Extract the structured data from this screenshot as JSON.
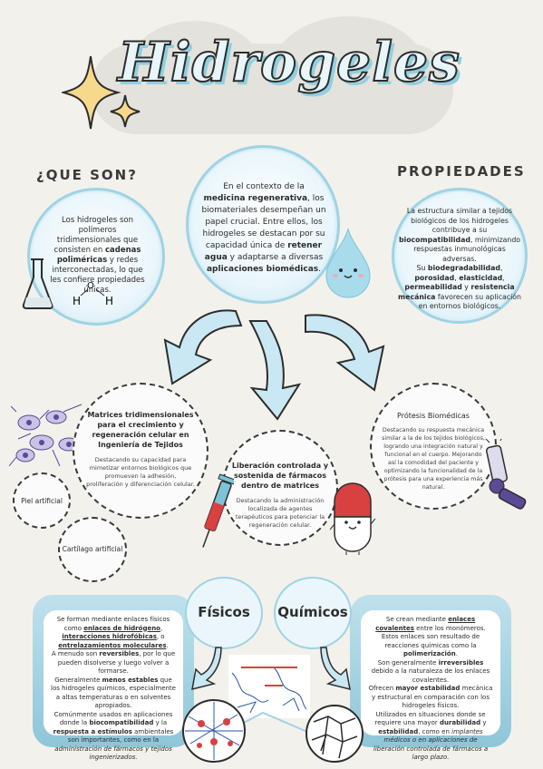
{
  "title": "Hidrogeles",
  "que_son": {
    "heading": "¿QUE SON?",
    "text_html": "Los hidrogeles son polímeros tridimensionales que consisten en <b>cadenas poliméricas</b> y redes interconectadas, lo que les confiere propiedades únicas."
  },
  "intro": {
    "text_html": "En el contexto de la <b>medicina regenerativa</b>, los biomateriales desempeñan un papel crucial. Entre ellos, los hidrogeles se destacan por su capacidad única de <b>retener agua</b> y adaptarse a diversas <b>aplicaciones biomédicas</b>."
  },
  "propiedades": {
    "heading": "PROPIEDADES",
    "text_html": "La estructura similar a tejidos biológicos de los hidrogeles contribuye a su <b>biocompatibilidad</b>, minimizando respuestas inmunológicas adversas.<br>Su <b>biodegradabilidad</b>, <b>porosidad</b>, <b>elasticidad</b>, <b>permeabilidad</b> y <b>resistencia mecánica</b> favorecen su aplicación en entornos biológicos."
  },
  "matrices": {
    "title": "Matrices tridimensionales para el crecimiento y regeneración celular en Ingeniería de Tejidos",
    "text": "Destacando su capacidad para mimetizar entornos biológicos que promueven la adhesión, proliferación y diferenciación celular."
  },
  "piel": {
    "label": "Piel artificial"
  },
  "cartilago": {
    "label": "Cartílago artificial"
  },
  "liberacion": {
    "title": "Liberación controlada y sostenida de fármacos dentro de matrices",
    "text": "Destacando la administración localizada de agentes terapéuticos para potenciar la regeneración celular."
  },
  "protesis": {
    "title": "Prótesis Biomédicas",
    "text": "Destacando su respuesta mecánica similar a la de los tejidos biológicos, logrando una integración natural y funcional en el cuerpo. Mejorando así la comodidad del paciente y optimizando la funcionalidad de la prótesis para una experiencia más natural."
  },
  "fisicos": {
    "label": "Físicos",
    "text_html": "Se forman mediante enlaces físicos como <b class='u'>enlaces de hidrógeno</b>, <b class='u'>interacciones hidrofóbicas</b>, o <b class='u'>entrelazamientos moleculares</b>.<br>A menudo son <b>reversibles</b>, por lo que pueden disolverse y luego volver a formarse.<br>Generalmente <b>menos estables</b> que los hidrogeles químicos, especialmente a altas temperaturas o en solventes apropiados.<br>Comúnmente usados en aplicaciones donde la <b>biocompatibilidad</b> y la <b>respuesta a estímulos</b> ambientales son importantes, como en la <i>administración de fármacos y tejidos ingenierizados.</i>"
  },
  "quimicos": {
    "label": "Químicos",
    "text_html": "Se crean mediante <b class='u'>enlaces covalentes</b> entre los monómeros. Estos enlaces son resultado de reacciones químicas como la <b>polimerización</b>.<br>Son generalmente <b>irreversibles</b> debido a la naturaleza de los enlaces covalentes.<br>Ofrecen <b>mayor estabilidad</b> mecánica y estructural en comparación con los hidrogeles físicos.<br>Utilizados en situaciones donde se requiere una mayor <b>durabilidad</b> y <b>estabilidad</b>, como en <i>implantes médicos o en aplicaciones de liberación controlada de fármacos a largo plazo.</i>"
  },
  "colors": {
    "accent": "#9fd3e4",
    "dark": "#2d2d2d",
    "star": "#f6d98a",
    "red": "#d94040"
  }
}
